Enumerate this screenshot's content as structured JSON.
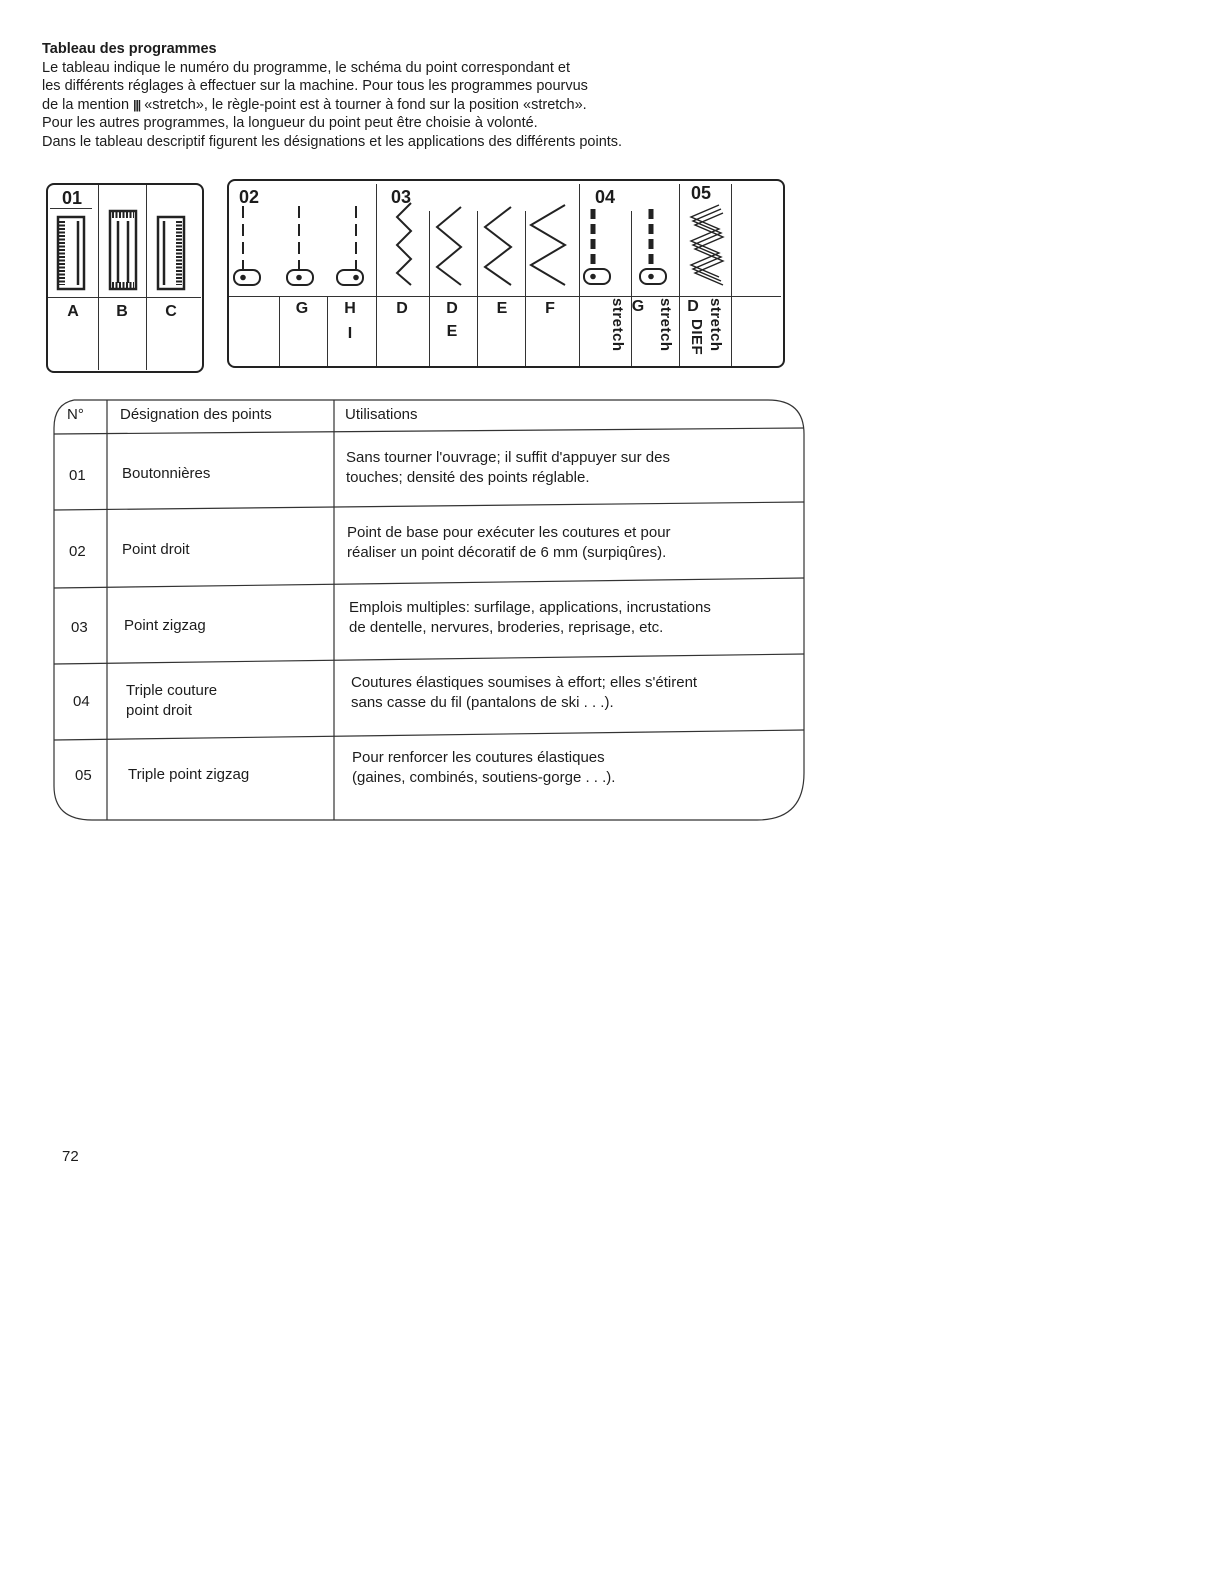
{
  "intro": {
    "title": "Tableau des programmes",
    "lines": [
      "Le tableau indique le numéro du programme, le schéma du point correspondant et",
      "les différents réglages à effectuer sur la machine. Pour tous les programmes pourvus",
      "«stretch», le règle-point est à tourner à fond sur la position «stretch».",
      "Pour les autres programmes, la longueur du point peut être choisie à volonté.",
      "Dans le tableau descriptif figurent les désignations et les applications des différents points."
    ],
    "line3_prefix": "de la mention",
    "stretch_symbol": "|||"
  },
  "panel1": {
    "program": "01",
    "settings": [
      "A",
      "B",
      "C"
    ]
  },
  "panel2": {
    "programs": [
      "02",
      "03",
      "04",
      "05"
    ],
    "settings_row1": [
      "G",
      "H",
      "D",
      "D",
      "E",
      "F",
      "G",
      "D"
    ],
    "settings_row2": [
      "I",
      "E"
    ],
    "vertical_labels": [
      "stretch",
      "stretch",
      "stretch",
      "DIEF"
    ]
  },
  "table": {
    "headers": {
      "no": "N°",
      "designation": "Désignation des points",
      "uses": "Utilisations"
    },
    "rows": [
      {
        "no": "01",
        "designation": [
          "Boutonnières"
        ],
        "uses": [
          "Sans tourner l'ouvrage; il suffit d'appuyer sur des",
          "touches; densité des points réglable."
        ]
      },
      {
        "no": "02",
        "designation": [
          "Point droit"
        ],
        "uses": [
          "Point de base pour exécuter les coutures et pour",
          "réaliser un point décoratif de 6 mm (surpiqûres)."
        ]
      },
      {
        "no": "03",
        "designation": [
          "Point zigzag"
        ],
        "uses": [
          "Emplois multiples: surfilage, applications, incrustations",
          "de dentelle, nervures, broderies, reprisage, etc."
        ]
      },
      {
        "no": "04",
        "designation": [
          "Triple couture",
          "point droit"
        ],
        "uses": [
          "Coutures élastiques soumises à effort; elles s'étirent",
          "sans casse du fil (pantalons de ski . . .)."
        ]
      },
      {
        "no": "05",
        "designation": [
          "Triple point zigzag"
        ],
        "uses": [
          "Pour renforcer les coutures élastiques",
          "(gaines, combinés, soutiens-gorge . . .)."
        ]
      }
    ]
  },
  "page_number": "72"
}
